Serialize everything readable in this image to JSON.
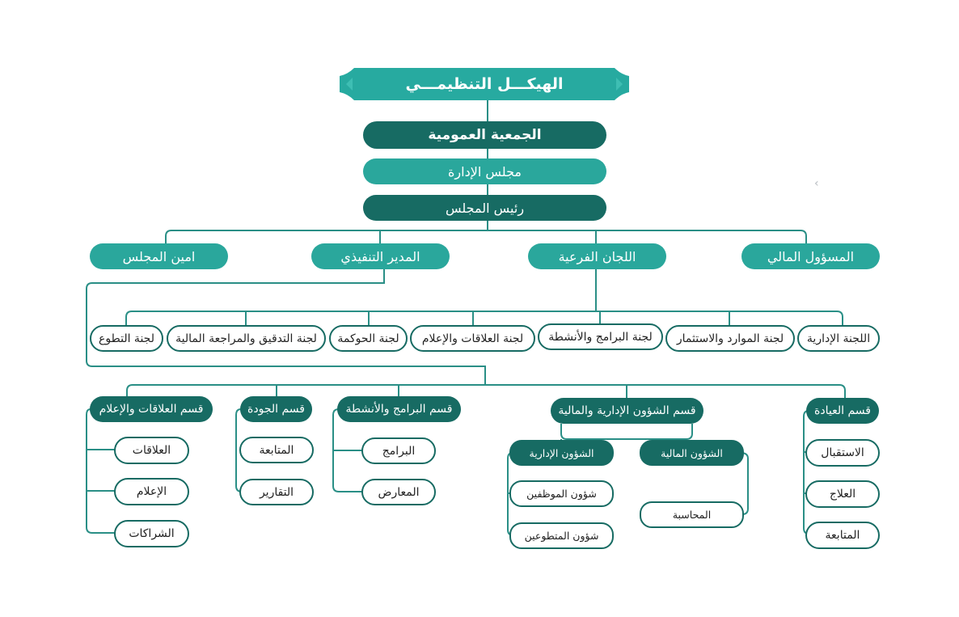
{
  "title": "الهيكـــل التنظيمـــي",
  "governance": {
    "general_assembly": "الجمعية العمومية",
    "board": "مجلس الإدارة",
    "chairman": "رئيس المجلس"
  },
  "level2": {
    "financial_officer": "المسؤول المالي",
    "subcommittees": "اللجان الفرعية",
    "executive_director": "المدير التنفيذي",
    "board_secretary": "امين المجلس"
  },
  "committees": [
    "اللجنة الإدارية",
    "لجنة الموارد والاستثمار",
    "لجنة البرامج والأنشطة",
    "لجنة العلاقات والإعلام",
    "لجنة الحوكمة",
    "لجنة التدقيق والمراجعة المالية",
    "لجنة التطوع"
  ],
  "departments": {
    "clinic": {
      "label": "قسم العيادة",
      "items": [
        "الاستقبال",
        "العلاج",
        "المتابعة"
      ]
    },
    "admin_finance": {
      "label": "قسم الشؤون الإدارية والمالية",
      "financial": {
        "label": "الشؤون المالية",
        "items": [
          "المحاسبة"
        ]
      },
      "administrative": {
        "label": "الشؤون الإدارية",
        "items": [
          "شؤون الموظفين",
          "شؤون المتطوعين"
        ]
      }
    },
    "programs": {
      "label": "قسم البرامج والأنشطة",
      "items": [
        "البرامج",
        "المعارض"
      ]
    },
    "quality": {
      "label": "قسم الجودة",
      "items": [
        "المتابعة",
        "التقارير"
      ]
    },
    "relations": {
      "label": "قسم العلاقات والإعلام",
      "items": [
        "العلاقات",
        "الإعلام",
        "الشراكات"
      ]
    }
  },
  "colors": {
    "dark_teal": "#176b63",
    "teal": "#2aa79c",
    "title_teal": "#27aaa0",
    "line": "#2a8f86"
  },
  "icons": {
    "nav": "chevron-left-icon"
  }
}
